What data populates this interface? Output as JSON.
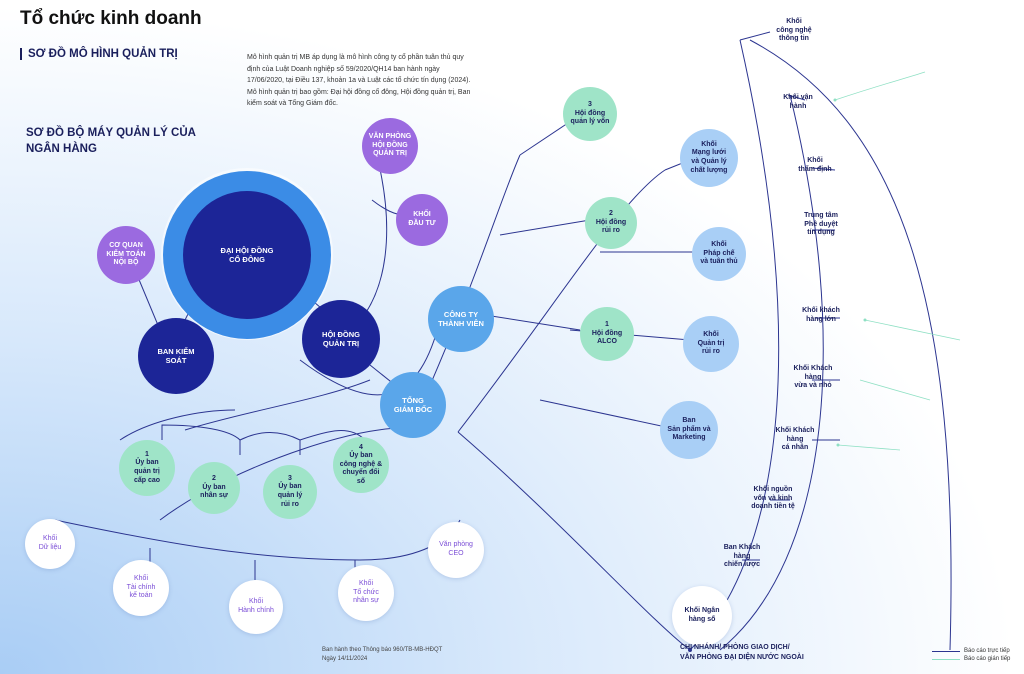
{
  "header": {
    "title": "Tổ chức kinh doanh",
    "section1": "SƠ ĐỒ MÔ HÌNH QUẢN TRỊ",
    "section2": "SƠ ĐỒ BỘ MÁY QUẢN LÝ CỦA NGÂN HÀNG",
    "description": "Mô hình quản trị MB áp dụng là mô hình công ty cổ phần tuân thủ quy định của Luật Doanh nghiệp số 59/2020/QH14 ban hành ngày 17/06/2020, tại Điều 137, khoản 1a và Luật các tổ chức tín dụng (2024). Mô hình quản trị bao gồm: Đại hội đồng cổ đông, Hội đồng quản trị, Ban kiểm soát và Tổng Giám đốc."
  },
  "nodes": {
    "dhdcd": "ĐẠI HỘI ĐỒNG\nCỔ ĐÔNG",
    "hdqt": "HỘI ĐỒNG\nQUẢN TRỊ",
    "bks": "BAN KIỂM\nSOÁT",
    "ktnb": "CƠ QUAN\nKIỂM TOÁN\nNỘI BỘ",
    "vp_hdqt": "VĂN PHÒNG\nHỘI ĐỒNG\nQUẢN TRỊ",
    "khoi_dautu": "KHỐI\nĐẦU TƯ",
    "ctytv": "CÔNG TY\nTHÀNH VIÊN",
    "tgd": "TỔNG\nGIÁM ĐỐC"
  },
  "committees": [
    "1\nỦy ban\nquản trị\ncấp cao",
    "2\nỦy ban\nnhân sự",
    "3\nỦy ban\nquản lý\nrủi ro",
    "4\nỦy ban\ncông nghệ &\nchuyển đổi số"
  ],
  "support_units": [
    "Khối\nDữ liệu",
    "Khối\nTài chính\nkế toán",
    "Khối\nHành chính",
    "Khối\nTổ chức\nnhân sự",
    "Văn phòng\nCEO"
  ],
  "councils": [
    "3\nHội đồng\nquản lý vốn",
    "2\nHội đồng\nrủi ro",
    "1\nHội đồng\nALCO"
  ],
  "mid_units": [
    "Khối\nMạng lưới\nvà Quản lý\nchất lượng",
    "Khối\nPháp chế\nvà tuân thủ",
    "Khối\nQuản trị\nrủi ro",
    "Ban\nSản phẩm và\nMarketing"
  ],
  "outer_units": [
    "Khối\ncông nghệ\nthông tin",
    "Khối vận\nhành",
    "Khối\nthẩm định",
    "Trung tâm\nPhê duyệt\ntín dụng",
    "Khối khách\nhàng lớn",
    "Khối Khách\nhàng\nvừa và nhỏ",
    "Khối Khách\nhàng\ncá nhân",
    "Khối nguồn\nvốn và kinh\ndoanh tiền tệ",
    "Ban Khách\nhàng\nchiến lược",
    "Khối Ngân\nhàng số"
  ],
  "branch": "CHI NHÁNH/ PHÒNG GIAO DỊCH/\nVĂN PHÒNG ĐẠI DIỆN NƯỚC NGOÀI",
  "footnote": "Ban hành theo Thông báo 960/TB-MB-HĐQT\nNgày 14/11/2024",
  "legend": {
    "direct": "Báo cáo trực tiếp",
    "indirect": "Báo cáo gián tiếp"
  },
  "colors": {
    "navy": "#1c2597",
    "blue": "#5aa6ea",
    "purple": "#9b6ae0",
    "mint": "#9fe4c8",
    "light_blue": "#a9cff6",
    "line": "#2c3590",
    "indirect_line": "#8fe0c4"
  }
}
